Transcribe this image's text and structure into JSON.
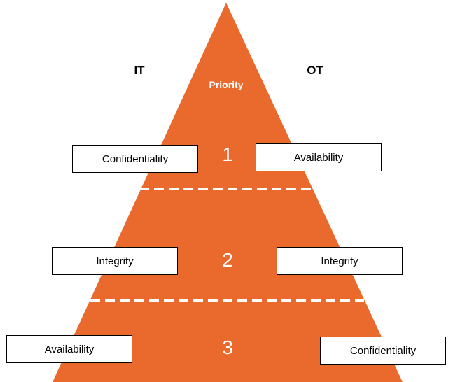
{
  "colors": {
    "pyramid_fill": "#ea6a2e",
    "divider": "#ffffff",
    "box_border": "#000000",
    "box_fill": "#ffffff"
  },
  "header": {
    "it_label": "IT",
    "ot_label": "OT",
    "priority_label": "Priority"
  },
  "levels": [
    {
      "number": "1",
      "it_item": "Confidentiality",
      "ot_item": "Availability"
    },
    {
      "number": "2",
      "it_item": "Integrity",
      "ot_item": "Integrity"
    },
    {
      "number": "3",
      "it_item": "Availability",
      "ot_item": "Confidentiality"
    }
  ]
}
